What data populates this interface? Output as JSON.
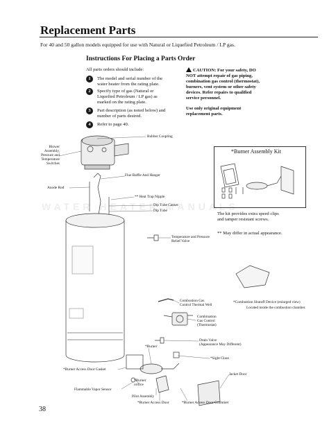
{
  "page": {
    "title": "Replacement Parts",
    "intro": "For 40 and 50 gallon models equipped for use with Natural or Liquefied Petroleum / LP gas.",
    "page_number": "38",
    "watermark": "WATER HEATER MANUALS"
  },
  "instructions": {
    "heading": "Instructions For Placing a Parts Order",
    "lead": "All parts orders should include:",
    "steps": [
      {
        "num": "1",
        "text": "The model and serial number of the\nwater heater from the rating plate."
      },
      {
        "num": "2",
        "text": "Specify type of gas (Natural or\nLiquefied Petroleum / LP gas) as\nmarked on the rating plate."
      },
      {
        "num": "3",
        "text": "Part description (as noted below) and\nnumber of parts desired."
      },
      {
        "num": "4",
        "text": "Refer to page 40."
      }
    ],
    "caution": "CAUTION: For your safety, DO\nNOT attempt repair of gas piping,\ncombination gas control (thermostat),\nburners, vent system or other safety\ndevices. Refer repairs to qualified\nservice personnel.",
    "original_parts": "Use only original equipment\nreplacement parts."
  },
  "kit": {
    "title": "*Burner Assembly Kit",
    "note": "The kit provides extra speed clips\nand tamper resistant screws.",
    "differ": "** May differ in actual appearance."
  },
  "labels": {
    "rubber_coupling": "Rubber Coupling",
    "blower": "Blower\nAssembly,\nPressure and\nTemperature\nSwitches",
    "flue_baffle": "Flue Baffle And Hanger",
    "anode_rod": "Anode Rod",
    "heat_trap": "** Heat Trap Nipple",
    "dip_tube_gasket": "Dip Tube Gasket",
    "dip_tube": "Dip Tube",
    "tp_valve": "Temperature and Pressure\nRelief Valve",
    "thermal_well": "Combustion Gas\nControl Thermal Well",
    "shutoff": "*Combustion Shutoff Device (enlarged view)",
    "shutoff_sub": "Located inside the combustion chamber.",
    "gas_control": "Combination\nGas Control\n(Thermostat)",
    "drain_valve": "Drain Valve\n(Appearance May Different)",
    "burner": "*Burner",
    "sight_glass": "*Sight Glass",
    "access_gasket": "*Burner Access Door Gasket",
    "jacket_door": "Jacket Door",
    "burner_orifice": "*Burner\norifice",
    "vapor_sensor": "Flammable Vapor Sensor",
    "pilot_assembly": "Pilot Assembly",
    "access_door": "*Burner Access Door",
    "door_grommet": "*Burner Access Door Grommet"
  }
}
